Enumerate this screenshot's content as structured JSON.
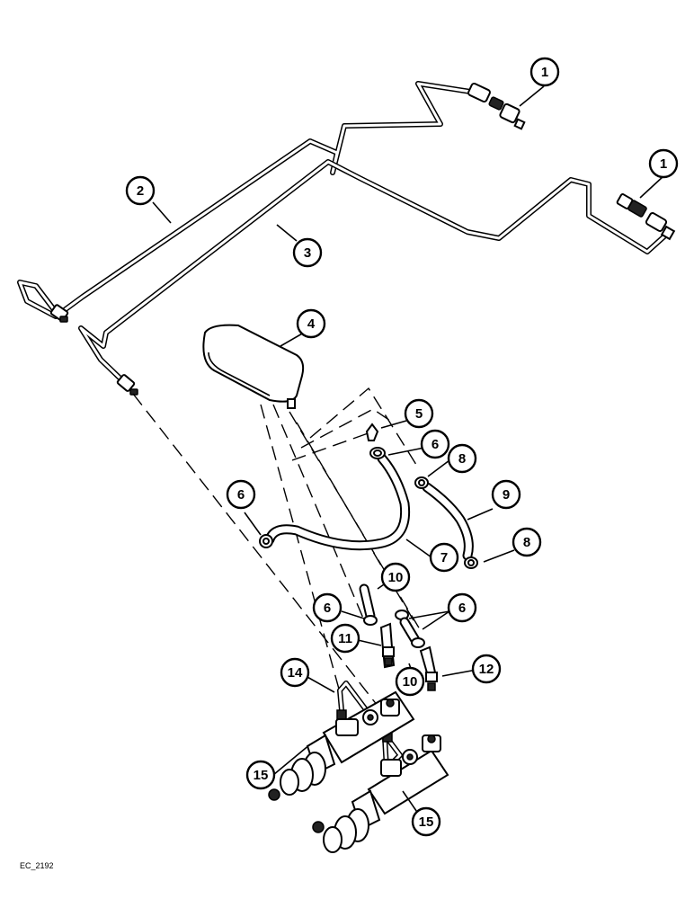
{
  "figure_code": "EC_2192",
  "callouts": [
    {
      "id": "c1a",
      "label": "1"
    },
    {
      "id": "c1b",
      "label": "1"
    },
    {
      "id": "c2",
      "label": "2"
    },
    {
      "id": "c3",
      "label": "3"
    },
    {
      "id": "c4",
      "label": "4"
    },
    {
      "id": "c5",
      "label": "5"
    },
    {
      "id": "c6a",
      "label": "6"
    },
    {
      "id": "c6b",
      "label": "6"
    },
    {
      "id": "c6c",
      "label": "6"
    },
    {
      "id": "c6d",
      "label": "6"
    },
    {
      "id": "c7",
      "label": "7"
    },
    {
      "id": "c8a",
      "label": "8"
    },
    {
      "id": "c8b",
      "label": "8"
    },
    {
      "id": "c9",
      "label": "9"
    },
    {
      "id": "c10a",
      "label": "10"
    },
    {
      "id": "c10b",
      "label": "10"
    },
    {
      "id": "c11",
      "label": "11"
    },
    {
      "id": "c12",
      "label": "12"
    },
    {
      "id": "c14",
      "label": "14"
    },
    {
      "id": "c15a",
      "label": "15"
    },
    {
      "id": "c15b",
      "label": "15"
    }
  ]
}
